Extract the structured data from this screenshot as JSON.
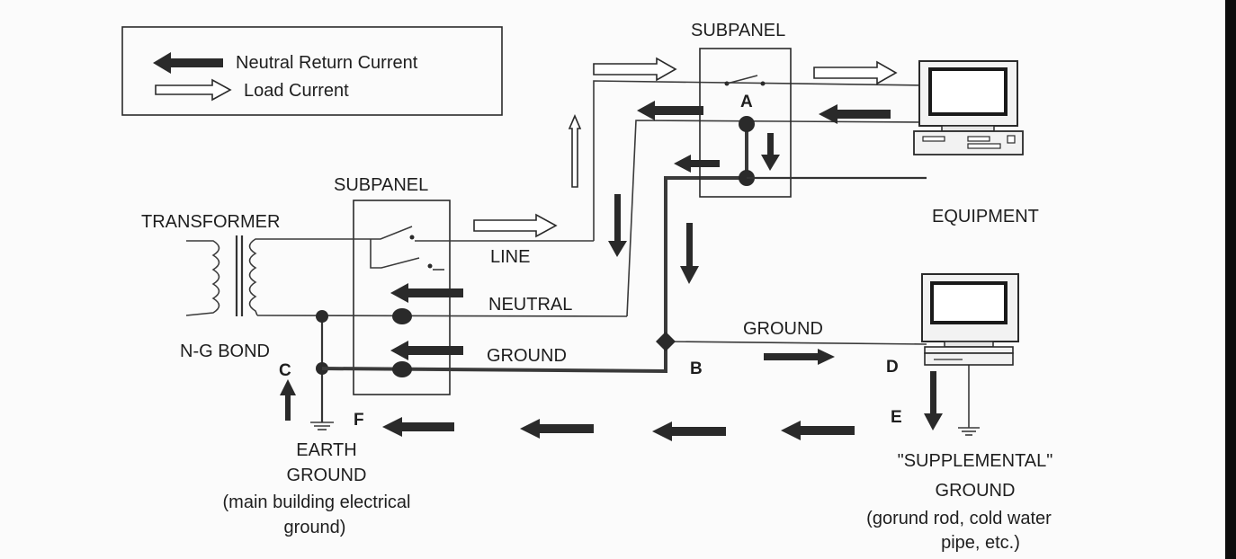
{
  "legend": {
    "neutral_return": "Neutral Return Current",
    "load": "Load Current"
  },
  "labels": {
    "subpanel_top": "SUBPANEL",
    "subpanel_left": "SUBPANEL",
    "transformer": "TRANSFORMER",
    "line": "LINE",
    "neutral": "NEUTRAL",
    "ground_left": "GROUND",
    "ground_right": "GROUND",
    "equipment": "EQUIPMENT",
    "ng_bond": "N-G BOND",
    "earth_ground_1": "EARTH",
    "earth_ground_2": "GROUND",
    "earth_ground_3": "(main building electrical",
    "earth_ground_4": "ground)",
    "supplemental_1": "\"SUPPLEMENTAL\"",
    "supplemental_2": "GROUND",
    "supplemental_3": "(gorund rod, cold water",
    "supplemental_4": "pipe, etc.)"
  },
  "points": {
    "a": "A",
    "b": "B",
    "c": "C",
    "d": "D",
    "e": "E",
    "f": "F"
  },
  "colors": {
    "ink": "#2a2a2a",
    "paper": "#fbfbfb"
  }
}
